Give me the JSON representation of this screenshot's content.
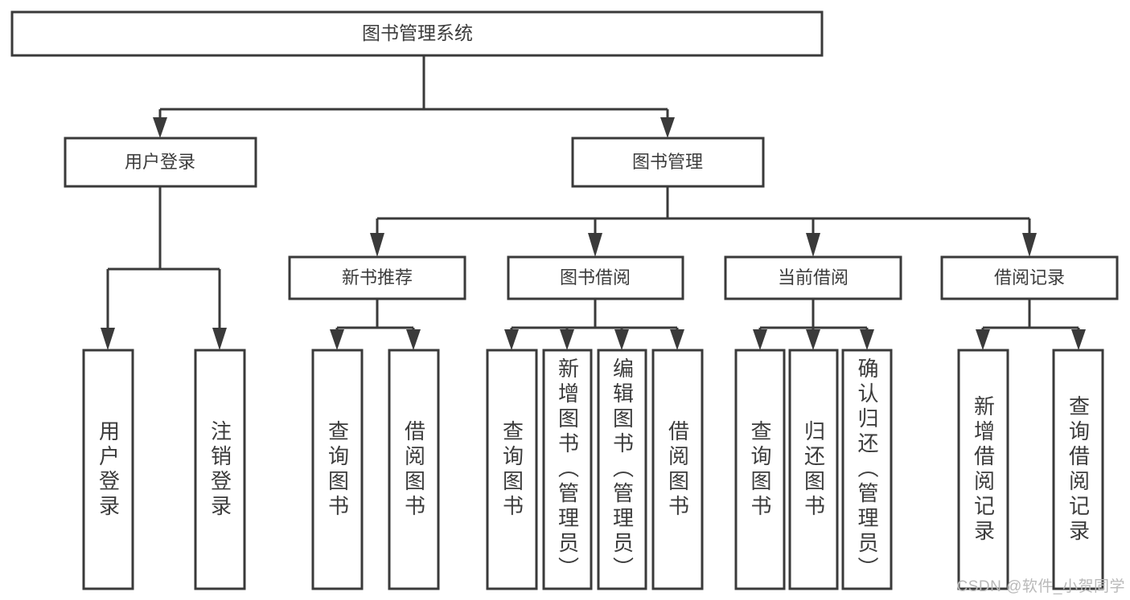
{
  "diagram": {
    "title": "图书管理系统",
    "type": "tree",
    "watermark": "CSDN @软件_小贺同学",
    "colors": {
      "stroke": "#3a3a3a",
      "text": "#3c3c3c",
      "background": "#ffffff",
      "watermark": "#b9b9b9"
    },
    "root": {
      "label": "图书管理系统"
    },
    "level2": [
      {
        "label": "用户登录"
      },
      {
        "label": "图书管理"
      }
    ],
    "level3": [
      {
        "label": "新书推荐"
      },
      {
        "label": "图书借阅"
      },
      {
        "label": "当前借阅"
      },
      {
        "label": "借阅记录"
      }
    ],
    "leaves": {
      "user_login": [
        {
          "label": "用户登录"
        },
        {
          "label": "注销登录"
        }
      ],
      "new_book_recommend": [
        {
          "label": "查询图书"
        },
        {
          "label": "借阅图书"
        }
      ],
      "book_borrow": [
        {
          "label": "查询图书"
        },
        {
          "label": "新增图书（管理员）"
        },
        {
          "label": "编辑图书（管理员）"
        },
        {
          "label": "借阅图书"
        }
      ],
      "current_borrow": [
        {
          "label": "查询图书"
        },
        {
          "label": "归还图书"
        },
        {
          "label": "确认归还（管理员）"
        }
      ],
      "borrow_record": [
        {
          "label": "新增借阅记录"
        },
        {
          "label": "查询借阅记录"
        }
      ]
    }
  }
}
